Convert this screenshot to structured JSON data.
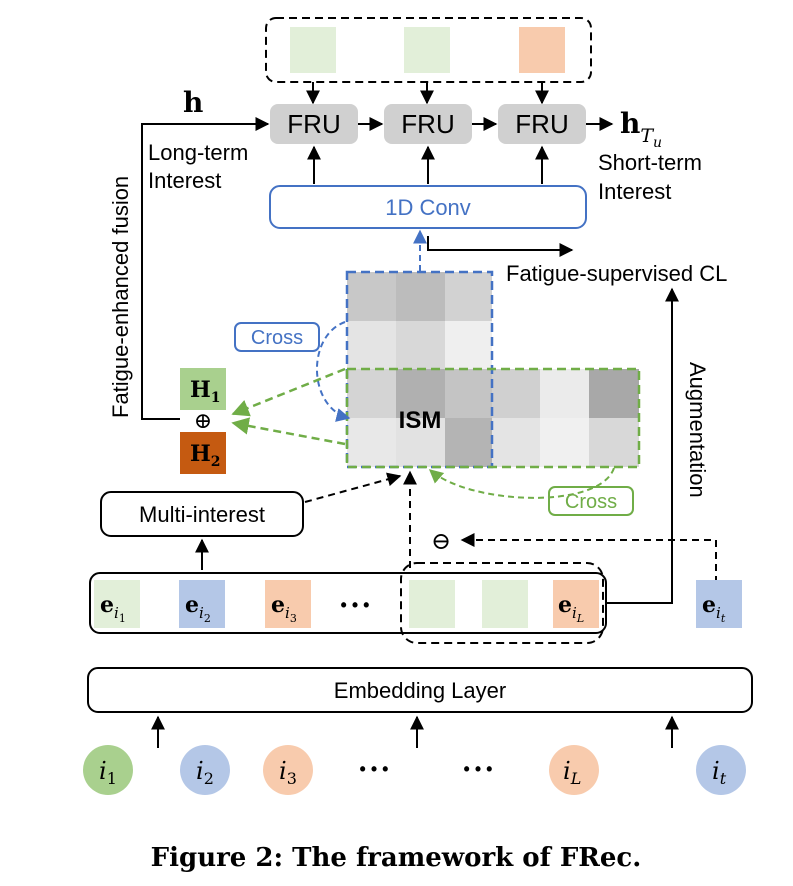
{
  "colors": {
    "green_light": "#e2efd9",
    "green_mid": "#a9d08e",
    "blue_light": "#b4c7e7",
    "blue_border": "#4472c4",
    "orange_light": "#f8cbad",
    "orange_dark": "#c55a11",
    "fru_gray": "#d0d0d0",
    "dash_green": "#70ad47"
  },
  "fru_label": "FRU",
  "h_label": "h",
  "h_tu": {
    "base": "h",
    "sub": "T",
    "subsub": "u"
  },
  "long_term": {
    "line1": "Long-term",
    "line2": "Interest"
  },
  "short_term": {
    "line1": "Short-term",
    "line2": "Interest"
  },
  "conv_label": "1D Conv",
  "fatigue_cl": "Fatigue-supervised CL",
  "fatigue_fusion": "Fatigue-enhanced fusion",
  "augmentation": "Augmentation",
  "cross_label": "Cross",
  "ism_label": "ISM",
  "H1": {
    "base": "H",
    "sub": "1"
  },
  "H2": {
    "base": "H",
    "sub": "2"
  },
  "oplus": "⊕",
  "ominus": "⊖",
  "multi_interest": "Multi-interest",
  "embedding_layer": "Embedding Layer",
  "embeddings": [
    {
      "base": "e",
      "sub": "i",
      "subsub": "1"
    },
    {
      "base": "e",
      "sub": "i",
      "subsub": "2"
    },
    {
      "base": "e",
      "sub": "i",
      "subsub": "3"
    },
    {
      "base": "e",
      "sub": "i",
      "subsub": "L"
    },
    {
      "base": "e",
      "sub": "i",
      "subsub": "t"
    }
  ],
  "ellipsis": "• • •",
  "items": [
    {
      "base": "i",
      "sub": "1"
    },
    {
      "base": "i",
      "sub": "2"
    },
    {
      "base": "i",
      "sub": "3"
    },
    {
      "base": "i",
      "sub": "L"
    },
    {
      "base": "i",
      "sub": "t"
    }
  ],
  "caption": "Figure 2: The framework of FRec."
}
